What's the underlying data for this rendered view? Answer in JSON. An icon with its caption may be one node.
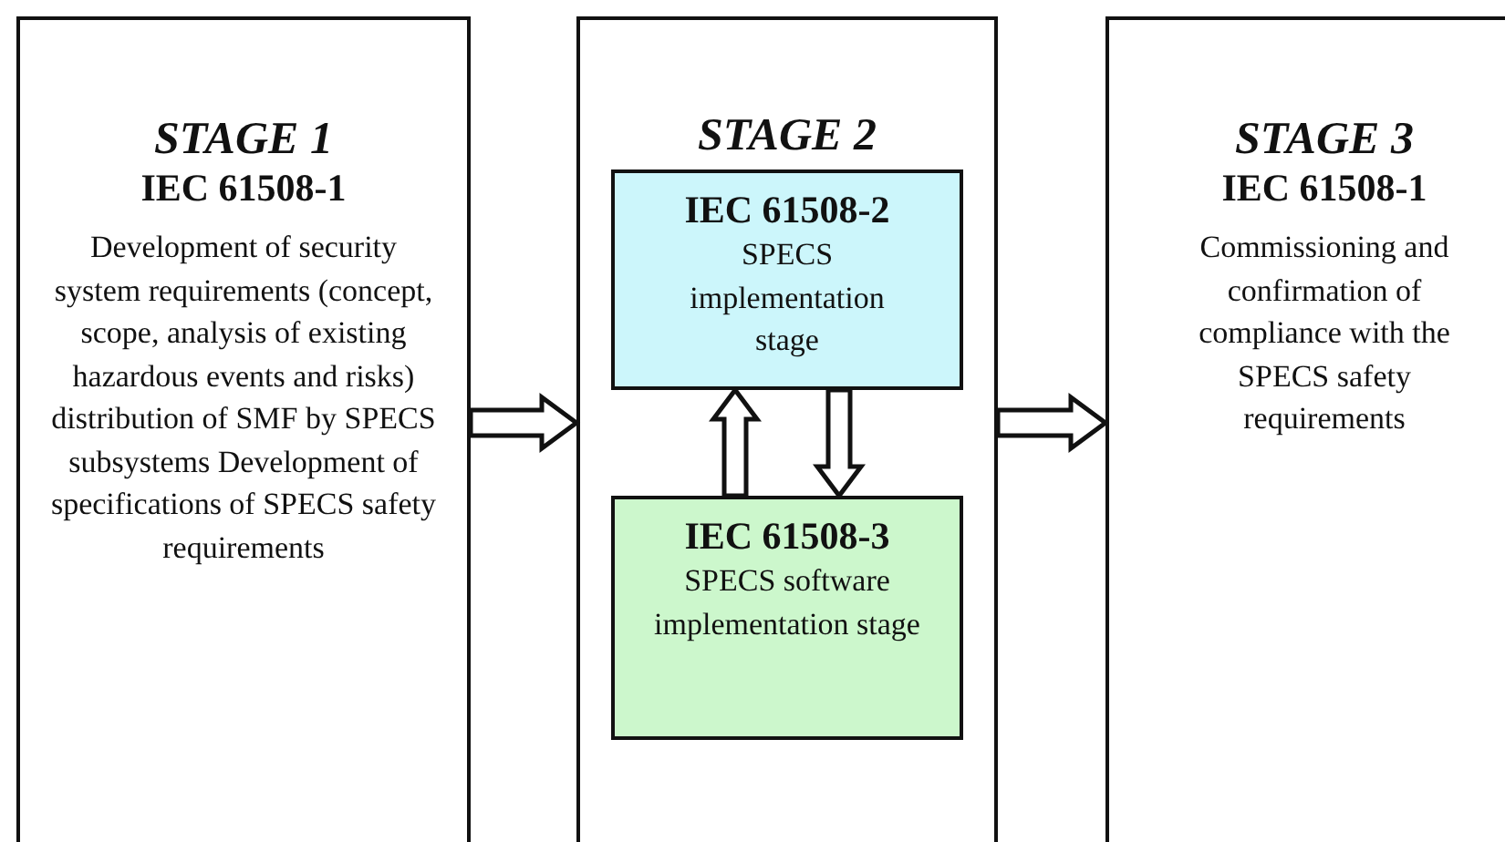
{
  "diagram": {
    "nodes": [
      {
        "text": [
          "STAGE 1",
          "IEC 61508-1",
          "Development of security system requirements (concept, scope, analysis of existing hazardous events and risks) distribution of SMF by SPECS subsystems Development of specifications of SPECS safety requirements"
        ]
      },
      {
        "text": [
          "STAGE 2"
        ]
      },
      {
        "text": [
          "IEC 61508-2",
          "SPECS implementation stage"
        ],
        "in": 1
      },
      {
        "text": [
          "IEC 61508-3",
          "SPECS software implementation stage"
        ],
        "in": 1
      },
      {
        "text": [
          "STAGE 3",
          "IEC 61508-1",
          "Commissioning and confirmation of compliance with the SPECS safety requirements"
        ]
      }
    ],
    "edges": [
      {
        "from": 0,
        "to": 1,
        "arrow": "to"
      },
      {
        "from": 3,
        "to": 2,
        "arrow": "to"
      },
      {
        "from": 2,
        "to": 3,
        "arrow": "to"
      },
      {
        "from": 1,
        "to": 4,
        "arrow": "to"
      }
    ]
  }
}
